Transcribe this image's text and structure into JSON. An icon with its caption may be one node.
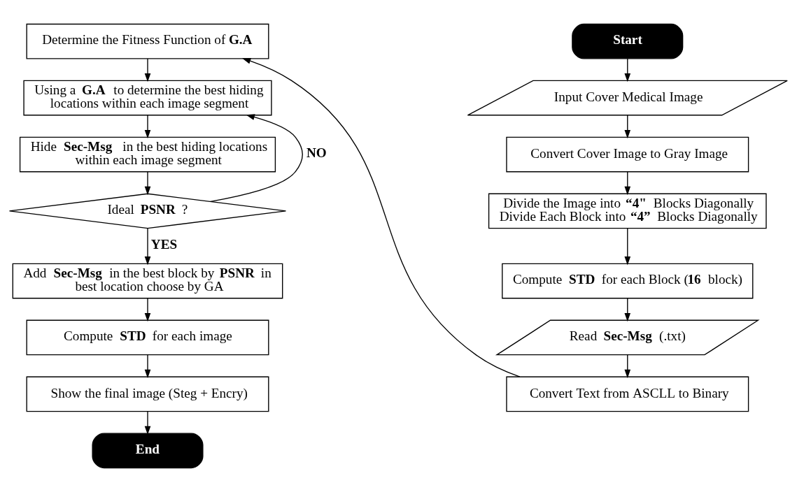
{
  "diagram": {
    "nodes": [
      {
        "text": [
          "Start"
        ]
      },
      {
        "text": [
          "Input Cover Medical Image"
        ]
      },
      {
        "text": [
          "Convert Cover Image to Gray Image"
        ]
      },
      {
        "text": [
          "Divide the Image into **“4\"** Blocks Diagonally",
          "Divide Each Block into **“4”** Blocks Diagonally"
        ]
      },
      {
        "text": [
          "Compute **STD** for each Block (**16** block)"
        ]
      },
      {
        "text": [
          "Read **Sec-Msg** (.txt)"
        ]
      },
      {
        "text": [
          "Convert Text from ASCLL to Binary"
        ]
      },
      {
        "text": [
          "Determine the Fitness Function of **G.A**"
        ]
      },
      {
        "text": [
          "Using a **G.A** to determine the best hiding locations within each image segment"
        ]
      },
      {
        "text": [
          "Hide **Sec-Msg**  in the best hiding locations within each image segment"
        ]
      },
      {
        "text": [
          "Ideal **PSNR** ?"
        ]
      },
      {
        "text": [
          "Add **Sec-Msg** in the best block by **PSNR** in best location choose by GA"
        ]
      },
      {
        "text": [
          "Compute **STD** for each image"
        ]
      },
      {
        "text": [
          "Show the final image (Steg + Encry)"
        ]
      },
      {
        "text": [
          "End"
        ]
      }
    ],
    "edges": [
      {
        "from": 0,
        "to": 1,
        "arrow": "to"
      },
      {
        "from": 1,
        "to": 2,
        "arrow": "to"
      },
      {
        "from": 2,
        "to": 3,
        "arrow": "to"
      },
      {
        "from": 3,
        "to": 4,
        "arrow": "to"
      },
      {
        "from": 4,
        "to": 5,
        "arrow": "to"
      },
      {
        "from": 5,
        "to": 6,
        "arrow": "to"
      },
      {
        "from": 6,
        "to": 7,
        "arrow": "to"
      },
      {
        "from": 7,
        "to": 8,
        "arrow": "to"
      },
      {
        "from": 8,
        "to": 9,
        "arrow": "to"
      },
      {
        "from": 9,
        "to": 10,
        "arrow": "to"
      },
      {
        "from": 10,
        "to": 8,
        "arrow": "to",
        "label": "NO"
      },
      {
        "from": 10,
        "to": 11,
        "arrow": "to",
        "label": "YES"
      },
      {
        "from": 11,
        "to": 12,
        "arrow": "to"
      },
      {
        "from": 12,
        "to": 13,
        "arrow": "to"
      },
      {
        "from": 13,
        "to": 14,
        "arrow": "to"
      }
    ]
  }
}
